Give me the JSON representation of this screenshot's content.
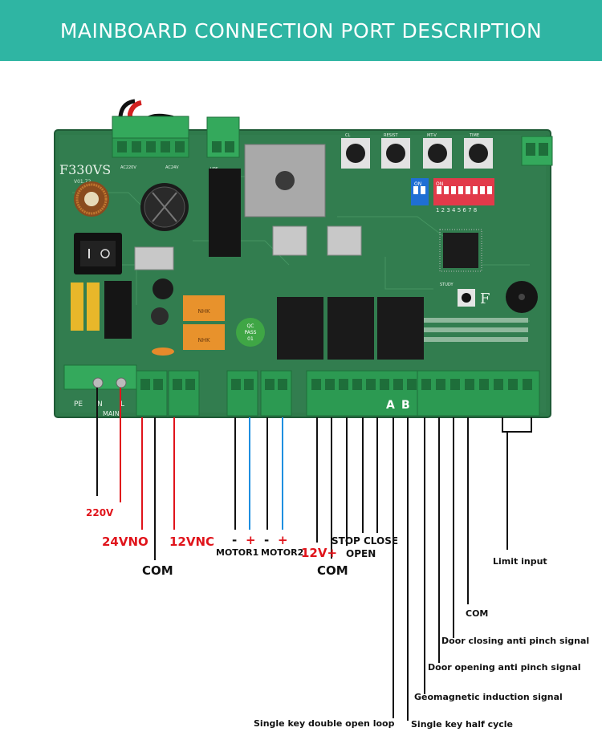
{
  "title": "MAINBOARD CONNECTION PORT DESCRIPTION",
  "board": {
    "model": "F330VS",
    "version": "V01.72",
    "dip1_label": "ON",
    "dip2_label": "ON",
    "dip2_numbers": "1 2 3 4 5 6 7 8",
    "pot_labels": [
      "CL",
      "RESIST",
      "MT-V",
      "TIME"
    ],
    "relay_brand": "NHK",
    "qc_label": [
      "QC",
      "PASS",
      "01"
    ],
    "study_label": "STUDY",
    "logo_letter": "F",
    "pe_label": "PE",
    "n_label": "N",
    "l_label": "L",
    "main_label": "MAIN",
    "ac220_label": "AC220V",
    "ac24_label": "AC24V",
    "ups_label": "UPS",
    "a_label": "A",
    "b_label": "B"
  },
  "labels": {
    "v220": "220V",
    "v24no": "24VNO",
    "v12nc": "12VNC",
    "com1": "COM",
    "m1_minus": "-",
    "m1_plus": "+",
    "motor1": "MOTOR1",
    "m2_minus": "-",
    "m2_plus": "+",
    "motor2": "MOTOR2",
    "v12plus": "12V+",
    "com2": "COM",
    "stop": "STOP",
    "close": "CLOSE",
    "open": "OPEN",
    "limit": "Limit input",
    "com3": "COM",
    "door_closing": "Door closing anti pinch signal",
    "door_opening": "Door opening anti pinch signal",
    "geomagnetic": "Geomagnetic induction signal",
    "single_double": "Single key double open loop",
    "single_half": "Single key half cycle"
  },
  "colors": {
    "banner": "#2fb5a3",
    "board": "#2f7a4b",
    "terminal": "#2c9a52",
    "wire_red": "#e0141b",
    "wire_blue": "#1e8fe0",
    "wire_black": "#111111"
  }
}
